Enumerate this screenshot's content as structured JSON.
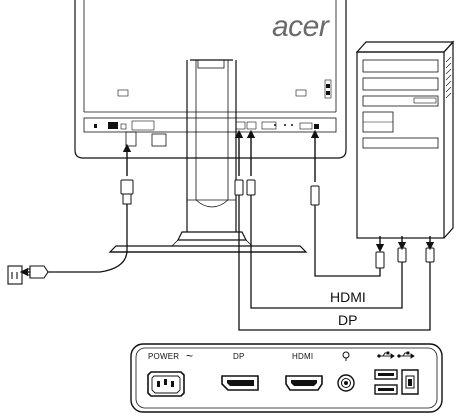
{
  "brand": "acer",
  "cables": {
    "hdmi": "HDMI",
    "dp": "DP"
  },
  "panel": {
    "power": "POWER",
    "power_symbol": "~",
    "dp": "DP",
    "hdmi": "HDMI"
  }
}
